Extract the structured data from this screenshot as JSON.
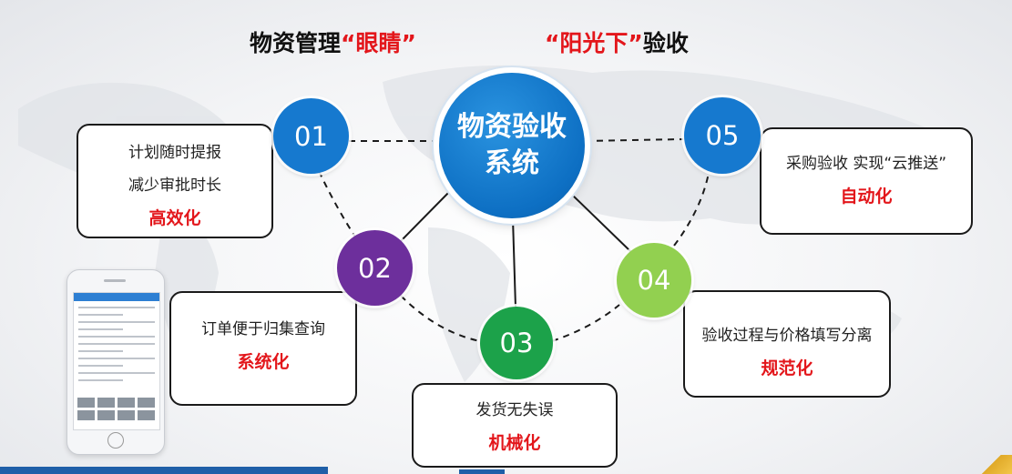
{
  "headline": {
    "left_prefix": "物资管理",
    "left_quoted": "“眼睛”",
    "right_quoted": "“阳光下”",
    "right_suffix": "验收"
  },
  "center": {
    "line1": "物资验收",
    "line2": "系统"
  },
  "nodes": [
    {
      "num": "01",
      "color": "#1679cf"
    },
    {
      "num": "02",
      "color": "#6d2f9c"
    },
    {
      "num": "03",
      "color": "#1ca24a"
    },
    {
      "num": "04",
      "color": "#92d050"
    },
    {
      "num": "05",
      "color": "#1679cf"
    }
  ],
  "boxes": {
    "b01": {
      "line1": "计划随时提报",
      "line2": "减少审批时长",
      "keyword": "高效化"
    },
    "b02": {
      "line1": "订单便于归集查询",
      "keyword": "系统化"
    },
    "b03": {
      "line1": "发货无失误",
      "keyword": "机械化"
    },
    "b04": {
      "line1": "验收过程与价格填写分离",
      "keyword": "规范化"
    },
    "b05": {
      "line1": "采购验收  实现“云推送”",
      "keyword": "自动化"
    }
  },
  "colors": {
    "keyword": "#e3161b",
    "center": "#0d6fc3",
    "footer": "#1f5fa8"
  }
}
